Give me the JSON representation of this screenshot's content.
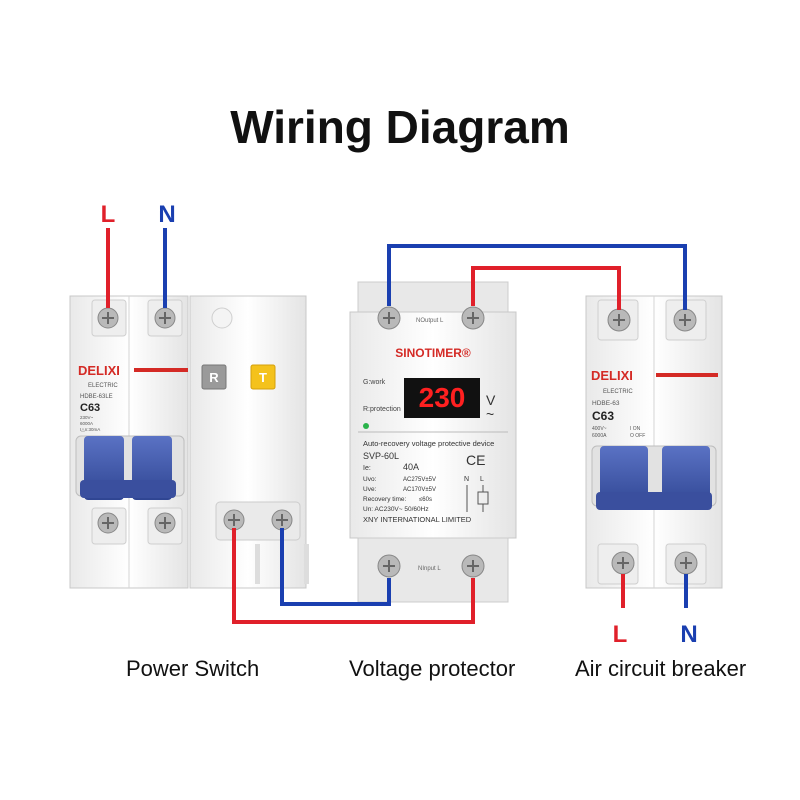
{
  "title": "Wiring Diagram",
  "colors": {
    "live_wire": "#e0202a",
    "neutral_wire": "#1a3fb0",
    "device_blue": "#3d55a8",
    "brand_red": "#d42a25"
  },
  "terminals": {
    "live": "L",
    "neutral": "N"
  },
  "power_switch": {
    "caption": "Power Switch",
    "brand": "DELIXI",
    "brand_sub": "ELECTRIC",
    "model": "HDBE-63LE",
    "rating": "C63",
    "spec_lines": [
      "230V~",
      "6000A",
      "I△n:30mA"
    ],
    "test_button": "R",
    "reset_button": "T"
  },
  "voltage_protector": {
    "caption": "Voltage protector",
    "brand": "SINOTIMER®",
    "top_label": "NOutput L",
    "bottom_label": "NInput L",
    "status_work": "G:work",
    "status_protection": "R:protection",
    "display_value": "230",
    "display_unit": "V",
    "display_ac": "~",
    "description": "Auto-recovery voltage protective device",
    "model": "SVP-60L",
    "ie_label": "Ie:",
    "ie_value": "40A",
    "uvo_label": "Uvo:",
    "uvo_value": "AC275V±5V",
    "uve_label": "Uve:",
    "uve_value": "AC170V±5V",
    "recovery_label": "Recovery time:",
    "recovery_value": "≤60s",
    "un_line": "Un: AC230V~ 50/60Hz",
    "manufacturer": "XNY INTERNATIONAL LIMITED",
    "ce_mark": "CE",
    "n_mark": "N",
    "l_mark": "L"
  },
  "air_breaker": {
    "caption": "Air circuit breaker",
    "brand": "DELIXI",
    "brand_sub": "ELECTRIC",
    "model": "HDBE-63",
    "rating": "C63",
    "spec_lines": [
      "400V~",
      "6000A"
    ],
    "on_label": "I ON",
    "off_label": "O OFF"
  }
}
